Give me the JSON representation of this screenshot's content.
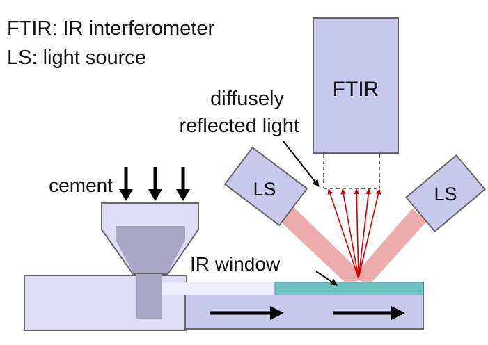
{
  "legend": {
    "line1": "FTIR: IR interferometer",
    "line2": "LS: light source"
  },
  "labels": {
    "ftir": "FTIR",
    "ls_left": "LS",
    "ls_right": "LS",
    "diffuse_line1": "diffusely",
    "diffuse_line2": "reflected light",
    "cement": "cement",
    "ir_window": "IR window"
  },
  "colors": {
    "box_fill": "#c9c9ee",
    "box_stroke": "#666666",
    "light_beam": "#eaa3a3",
    "ray": "#cc0000",
    "ir_window": "#6cc4c4",
    "hopper_inner": "#a8a8c4",
    "arrow": "#000000"
  },
  "icons": {
    "cement_arrows": "down-arrow-icon",
    "flow_arrows": "right-arrow-icon"
  }
}
